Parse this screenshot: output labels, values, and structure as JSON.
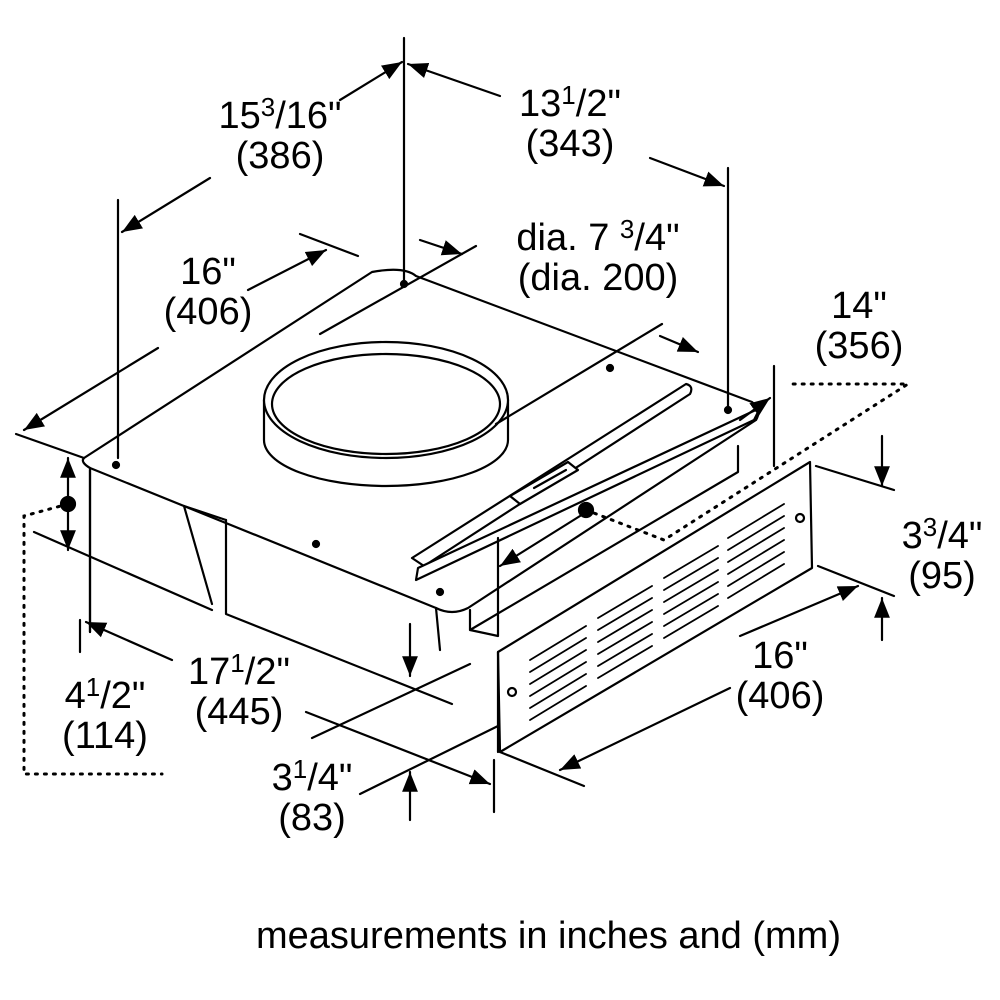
{
  "dimensions": {
    "depth_top": {
      "inch_whole": "15",
      "inch_num": "3",
      "inch_den": "16",
      "mm": "(386)"
    },
    "width_rear": {
      "inch_whole": "13",
      "inch_num": "1",
      "inch_den": "2",
      "mm": "(343)"
    },
    "duct_diameter": {
      "inch_prefix": "dia. 7 ",
      "inch_num": "3",
      "inch_den": "4",
      "mm": "(dia. 200)"
    },
    "width_top": {
      "inch": "16\"",
      "mm": "(406)"
    },
    "blower_width": {
      "inch": "14\"",
      "mm": "(356)"
    },
    "grille_height": {
      "inch_whole": "3",
      "inch_num": "3",
      "inch_den": "4",
      "mm": "(95)"
    },
    "grille_width": {
      "inch": "16\"",
      "mm": "(406)"
    },
    "overall_depth": {
      "inch_whole": "17",
      "inch_num": "1",
      "inch_den": "2",
      "mm": "(445)"
    },
    "housing_height": {
      "inch_whole": "4",
      "inch_num": "1",
      "inch_den": "2",
      "mm": "(114)"
    },
    "front_offset": {
      "inch_whole": "3",
      "inch_num": "1",
      "inch_den": "4",
      "mm": "(83)"
    }
  },
  "caption": "measurements in inches and (mm)"
}
